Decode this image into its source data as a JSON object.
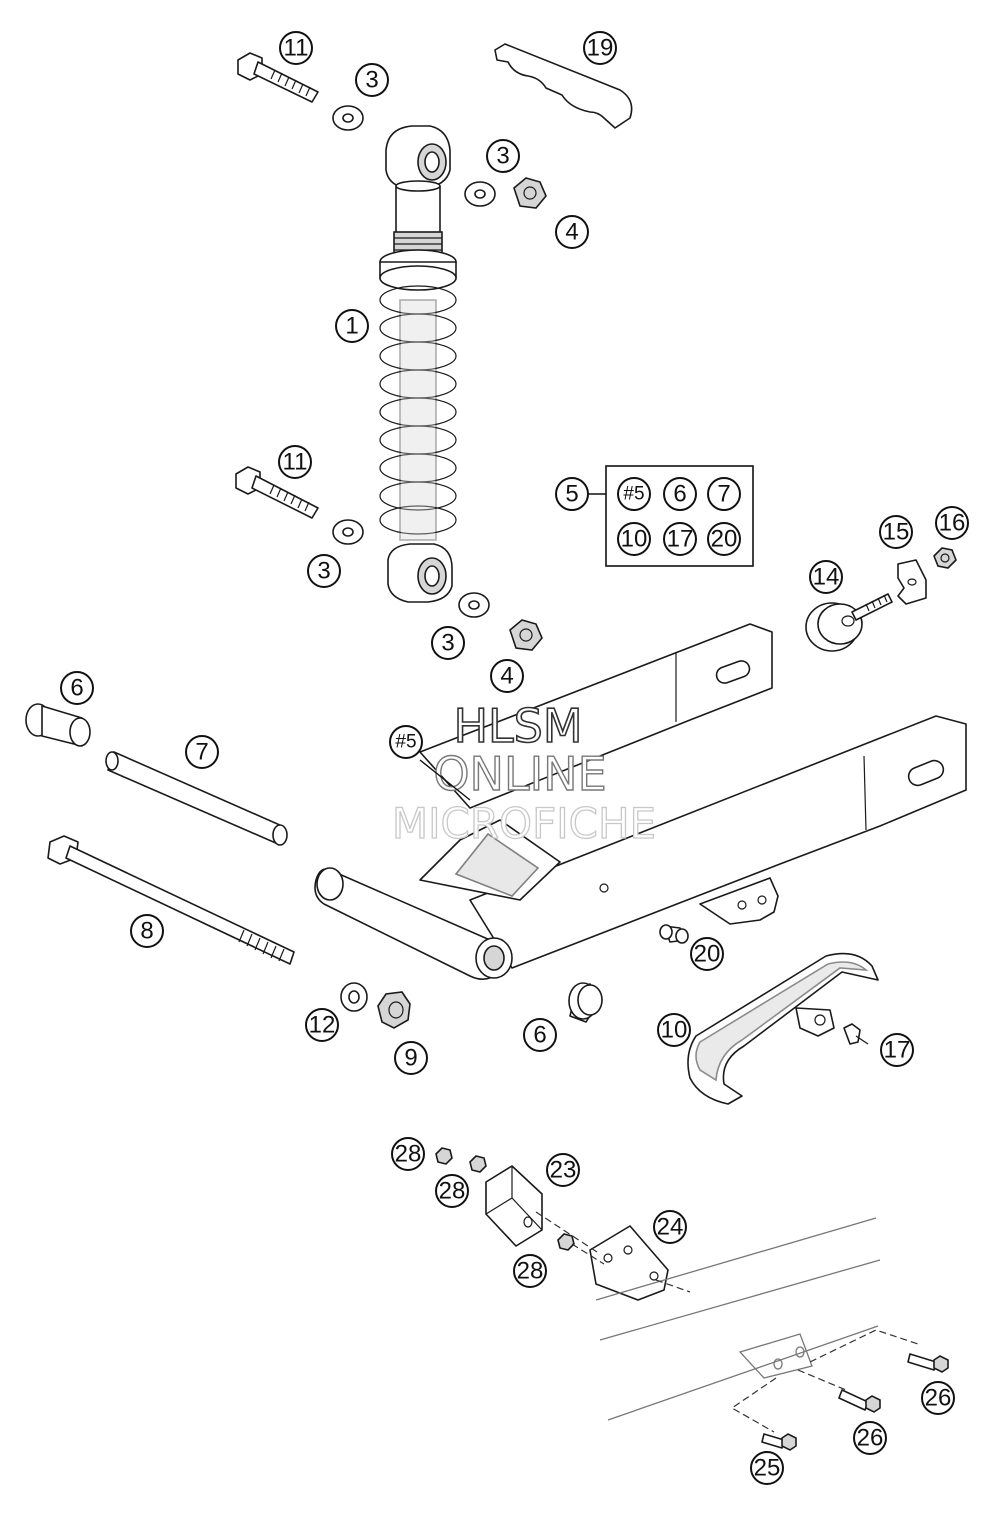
{
  "diagram": {
    "callouts": [
      {
        "label": "11",
        "part": "bolt-upper"
      },
      {
        "label": "3",
        "part": "washer-upper-left"
      },
      {
        "label": "19",
        "part": "spring-wrench"
      },
      {
        "label": "3",
        "part": "washer-upper-right"
      },
      {
        "label": "4",
        "part": "nut-upper"
      },
      {
        "label": "1",
        "part": "shock-absorber"
      },
      {
        "label": "11",
        "part": "bolt-lower"
      },
      {
        "label": "3",
        "part": "washer-lower-left"
      },
      {
        "label": "3",
        "part": "washer-lower-right"
      },
      {
        "label": "4",
        "part": "nut-lower"
      },
      {
        "label": "5",
        "part": "swingarm-kit"
      },
      {
        "label": "15",
        "part": "bracket"
      },
      {
        "label": "16",
        "part": "nut-small"
      },
      {
        "label": "14",
        "part": "roller"
      },
      {
        "label": "6",
        "part": "bushing-left"
      },
      {
        "label": "7",
        "part": "sleeve"
      },
      {
        "label": "#5",
        "part": "swingarm"
      },
      {
        "label": "8",
        "part": "swingarm-axle"
      },
      {
        "label": "20",
        "part": "bushing-small"
      },
      {
        "label": "12",
        "part": "washer-axle"
      },
      {
        "label": "9",
        "part": "nut-axle"
      },
      {
        "label": "6",
        "part": "bushing-right"
      },
      {
        "label": "10",
        "part": "chain-guide"
      },
      {
        "label": "17",
        "part": "screw-chain-guide"
      },
      {
        "label": "28",
        "part": "nut-a"
      },
      {
        "label": "28",
        "part": "nut-b"
      },
      {
        "label": "23",
        "part": "block"
      },
      {
        "label": "24",
        "part": "plate"
      },
      {
        "label": "28",
        "part": "nut-c"
      },
      {
        "label": "26",
        "part": "bolt-frame-a"
      },
      {
        "label": "26",
        "part": "bolt-frame-b"
      },
      {
        "label": "25",
        "part": "bolt-frame-c"
      }
    ],
    "kit": {
      "label": "5",
      "items": [
        "#5",
        "6",
        "7",
        "10",
        "17",
        "20"
      ]
    },
    "watermark": {
      "line1": "HLSM",
      "line2": "ONLINE",
      "line3": "MICROFICHE"
    }
  }
}
